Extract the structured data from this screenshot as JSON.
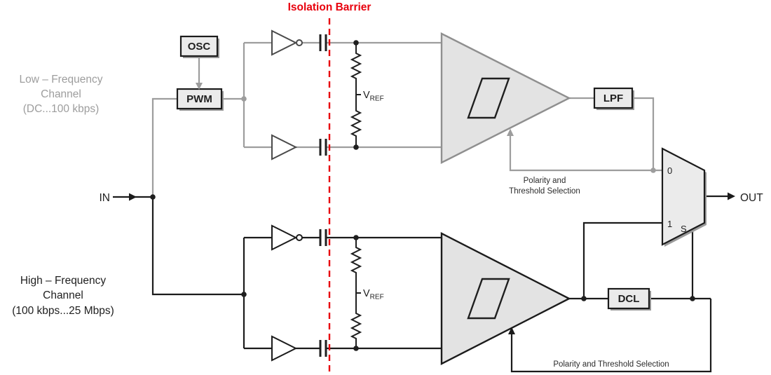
{
  "diagram": {
    "title": "Isolation Barrier",
    "labels": {
      "low_freq": [
        "Low – Frequency",
        "Channel",
        "(DC...100 kbps)"
      ],
      "high_freq": [
        "High – Frequency",
        "Channel",
        "(100 kbps...25 Mbps)"
      ],
      "in": "IN",
      "out": "OUT",
      "vref": {
        "v": "V",
        "sub": "REF"
      },
      "feedback_top": [
        "Polarity and",
        "Threshold Selection"
      ],
      "feedback_bottom": "Polarity and Threshold Selection"
    },
    "blocks": {
      "osc": "OSC",
      "pwm": "PWM",
      "lpf": "LPF",
      "dcl": "DCL"
    },
    "mux": {
      "in0": "0",
      "in1": "1",
      "select": "S"
    },
    "colors": {
      "low_freq": "#9d9d9d",
      "high_freq": "#1b1b1b",
      "barrier": "#e8000d",
      "block_fill": "#ebebeb",
      "block_stroke": "#1b1b1b",
      "comparator_fill": "#e3e3e3",
      "comparator_stroke_low": "#8f8f8f",
      "gate_stroke_low": "#4a4a4a",
      "shadow": "#9a9a9a"
    }
  }
}
